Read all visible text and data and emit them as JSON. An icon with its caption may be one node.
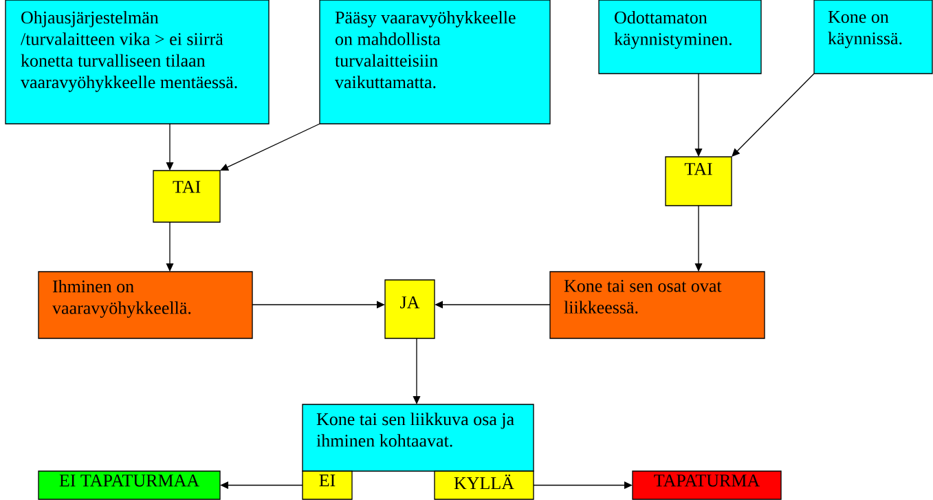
{
  "diagram": {
    "nodes": [
      {
        "text": [
          "Ohjausjärjestelmän /turvalaitteen vika > ei siirrä konetta turvalliseen tilaan vaaravyöhykkeelle mentäessä."
        ]
      },
      {
        "text": [
          "Pääsy vaaravyöhykkeelle on mahdollista turvalaitteisiin vaikuttamatta."
        ]
      },
      {
        "text": [
          "Odottamaton käynnistyminen."
        ]
      },
      {
        "text": [
          "Kone on käynnissä."
        ]
      },
      {
        "text": [
          "TAI"
        ]
      },
      {
        "text": [
          "TAI"
        ]
      },
      {
        "text": [
          "Ihminen on vaaravyöhykkeellä."
        ]
      },
      {
        "text": [
          "JA"
        ]
      },
      {
        "text": [
          "Kone tai sen osat ovat liikkeessä."
        ]
      },
      {
        "text": [
          "Kone tai sen liikkuva osa ja ihminen kohtaavat."
        ]
      },
      {
        "text": [
          "EI"
        ]
      },
      {
        "text": [
          "KYLLÄ"
        ]
      },
      {
        "text": [
          "EI TAPATURMAA"
        ]
      },
      {
        "text": [
          "TAPATURMA"
        ]
      }
    ],
    "edges": [
      {
        "from": 0,
        "to": 4,
        "arrow": "to"
      },
      {
        "from": 1,
        "to": 4,
        "arrow": "to"
      },
      {
        "from": 2,
        "to": 5,
        "arrow": "to"
      },
      {
        "from": 3,
        "to": 5,
        "arrow": "to"
      },
      {
        "from": 4,
        "to": 6,
        "arrow": "to"
      },
      {
        "from": 5,
        "to": 8,
        "arrow": "to"
      },
      {
        "from": 6,
        "to": 7,
        "arrow": "to"
      },
      {
        "from": 8,
        "to": 7,
        "arrow": "to"
      },
      {
        "from": 7,
        "to": 9,
        "arrow": "to"
      },
      {
        "from": 10,
        "to": 12,
        "arrow": "to"
      },
      {
        "from": 11,
        "to": 13,
        "arrow": "to"
      }
    ]
  }
}
